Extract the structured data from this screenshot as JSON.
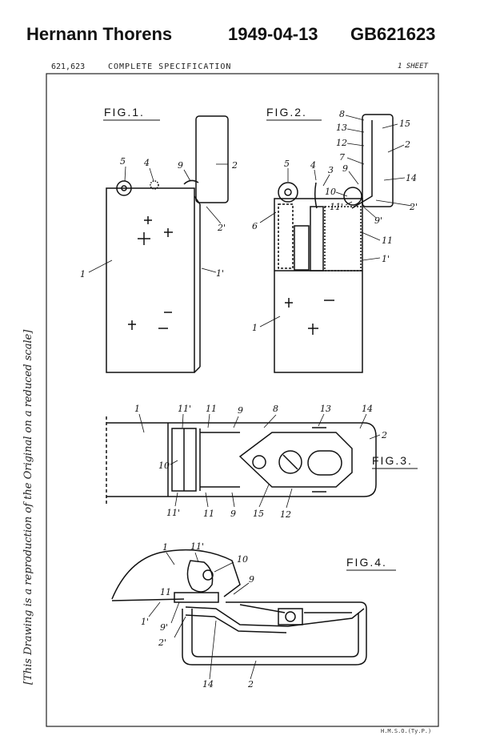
{
  "header": {
    "inventor": "Hernann Thorens",
    "date": "1949-04-13",
    "patent_number": "GB621623"
  },
  "sheet": {
    "spec_number": "621,623",
    "spec_title": "COMPLETE SPECIFICATION",
    "sheet_count": "1 SHEET",
    "side_note": "[This Drawing is a reproduction of the Original on a reduced scale]",
    "footer": "H.M.S.O.(Ty.P.)"
  },
  "figures": {
    "fig1": {
      "title": "FIG.1.",
      "labels": [
        "5",
        "4",
        "9",
        "2",
        "2'",
        "1",
        "1'"
      ]
    },
    "fig2": {
      "title": "FIG.2.",
      "labels": [
        "8",
        "13",
        "12",
        "7",
        "15",
        "2",
        "14",
        "9",
        "10",
        "11'",
        "2'",
        "9'",
        "5",
        "4",
        "3",
        "6",
        "11",
        "1'",
        "1"
      ]
    },
    "fig3": {
      "title": "FIG.3.",
      "labels": [
        "1",
        "11'",
        "11",
        "9",
        "8",
        "13",
        "14",
        "2",
        "10",
        "15",
        "12",
        "11'",
        "11",
        "9"
      ]
    },
    "fig4": {
      "title": "FIG.4.",
      "labels": [
        "1",
        "11'",
        "10",
        "9",
        "11",
        "1'",
        "9'",
        "2'",
        "14",
        "2"
      ]
    }
  }
}
